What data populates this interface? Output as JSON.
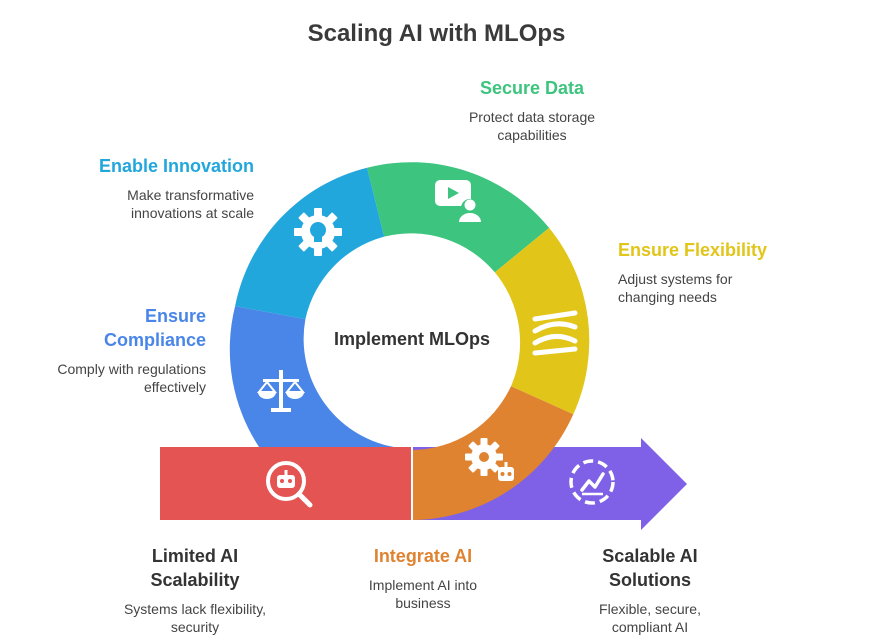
{
  "title": "Scaling AI with MLOps",
  "center": "Implement MLOps",
  "colors": {
    "blue": "#4a86e8",
    "cyan": "#22a7dc",
    "green": "#3dc47e",
    "yellow": "#e2c519",
    "orange": "#df8331",
    "red": "#e45452",
    "purple": "#7e61e6"
  },
  "steps": [
    {
      "title": "Secure Data",
      "desc": "Protect data storage capabilities",
      "icon": "video-user-icon"
    },
    {
      "title": "Enable Innovation",
      "desc": "Make transformative innovations at scale",
      "icon": "gear-bulb-icon"
    },
    {
      "title": "Ensure Flexibility",
      "desc": "Adjust systems for changing needs",
      "icon": "flexible-layers-icon"
    },
    {
      "title": "Ensure Compliance",
      "desc": "Comply with regulations effectively",
      "icon": "scales-icon"
    },
    {
      "title": "Limited AI Scalability",
      "desc": "Systems lack flexibility, security",
      "icon": "robot-search-icon"
    },
    {
      "title": "Integrate AI",
      "desc": "Implement AI into business",
      "icon": "gear-robot-icon"
    },
    {
      "title": "Scalable AI Solutions",
      "desc": "Flexible, secure, compliant AI",
      "icon": "growth-chart-icon"
    }
  ]
}
